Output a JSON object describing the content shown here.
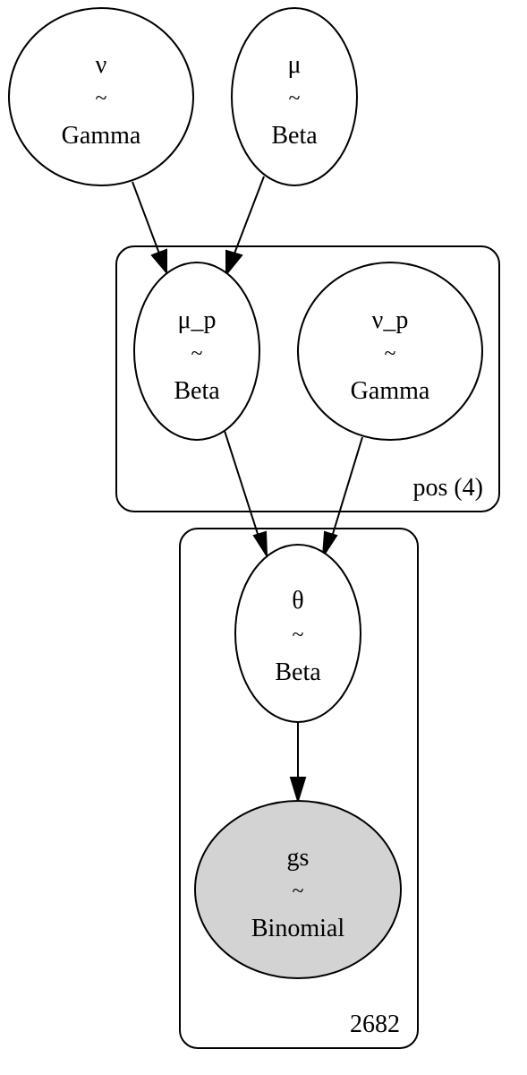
{
  "colors": {
    "observed_fill": "#d3d3d3",
    "latent_fill": "#ffffff",
    "stroke": "#000000"
  },
  "nodes": {
    "nu": {
      "name": "ν",
      "sep": "~",
      "dist": "Gamma"
    },
    "mu": {
      "name": "μ",
      "sep": "~",
      "dist": "Beta"
    },
    "mu_p": {
      "name": "μ_p",
      "sep": "~",
      "dist": "Beta"
    },
    "nu_p": {
      "name": "ν_p",
      "sep": "~",
      "dist": "Gamma"
    },
    "theta": {
      "name": "θ",
      "sep": "~",
      "dist": "Beta"
    },
    "gs": {
      "name": "gs",
      "sep": "~",
      "dist": "Binomial"
    }
  },
  "plates": {
    "pos": {
      "label": "pos (4)"
    },
    "obs": {
      "label": "2682"
    }
  },
  "edges": [
    {
      "from": "ν",
      "to": "μ_p"
    },
    {
      "from": "μ",
      "to": "μ_p"
    },
    {
      "from": "μ_p",
      "to": "θ"
    },
    {
      "from": "ν_p",
      "to": "θ"
    },
    {
      "from": "θ",
      "to": "gs"
    }
  ]
}
